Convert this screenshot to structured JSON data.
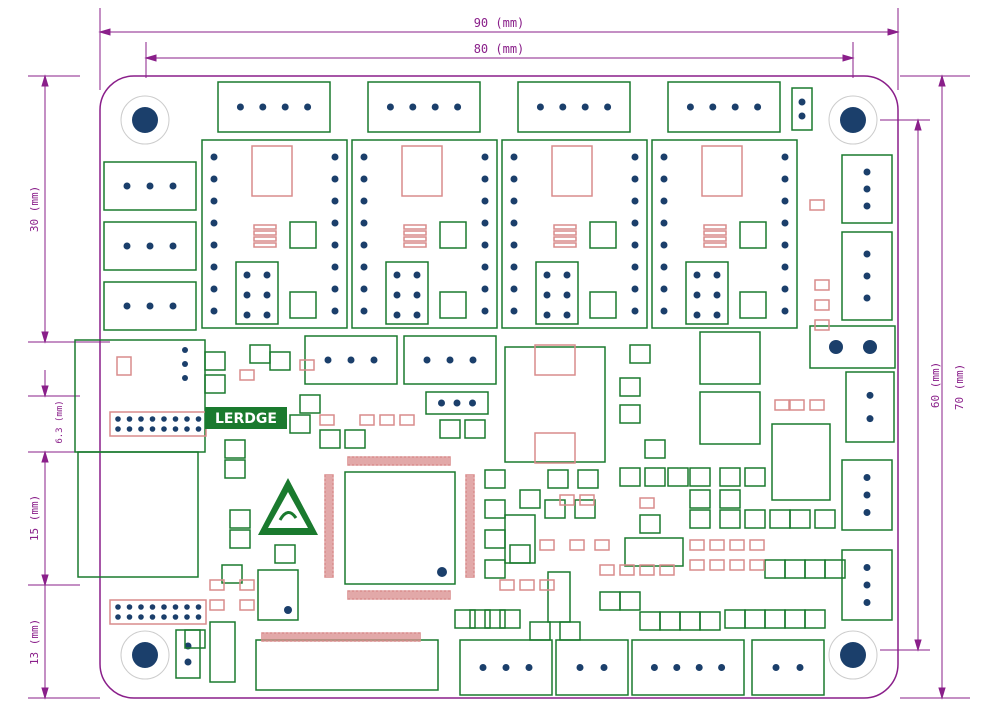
{
  "dimensions": {
    "width_90": "90 (mm)",
    "width_80": "80 (mm)",
    "height_70": "70 (mm)",
    "height_60": "60 (mm)",
    "left_30": "30 (mm)",
    "left_6_3": "6.3 (mm)",
    "left_15": "15 (mm)",
    "left_13": "13 (mm)"
  },
  "board": {
    "logo_text": "LERDGE"
  },
  "colors": {
    "outline": "#8a1f8a",
    "copper": "#1a7a2e",
    "pad": "#1b3f6b",
    "silk": "#d98c8c"
  }
}
